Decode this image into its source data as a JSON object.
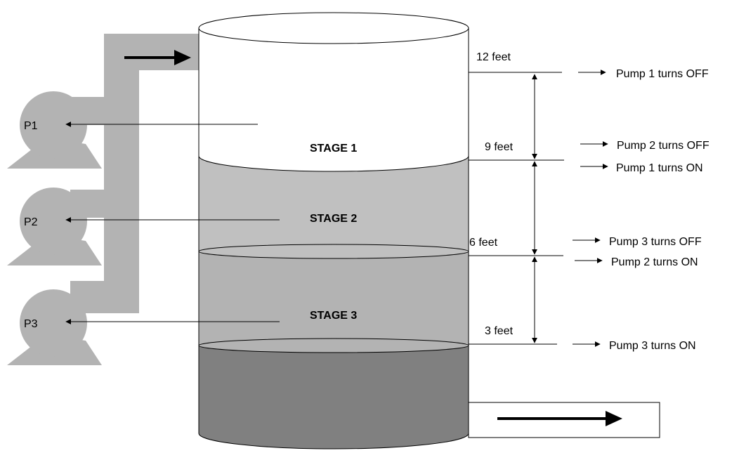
{
  "colors": {
    "pipe": "#b3b3b3",
    "pump": "#b3b3b3",
    "stage1": "#ffffff",
    "stage2": "#c0c0c0",
    "stage3": "#b3b3b3",
    "bottom": "#808080",
    "stroke": "#000000"
  },
  "stages": {
    "stage1": "STAGE 1",
    "stage2": "STAGE 2",
    "stage3": "STAGE 3"
  },
  "pumps": {
    "p1": "P1",
    "p2": "P2",
    "p3": "P3"
  },
  "levels": {
    "l12": "12 feet",
    "l9": "9 feet",
    "l6": "6 feet",
    "l3": "3 feet"
  },
  "actions": {
    "a1": "Pump 1 turns OFF",
    "a2": "Pump 2 turns OFF",
    "a3": "Pump 1 turns ON",
    "a4": "Pump 3 turns OFF",
    "a5": "Pump 2 turns ON",
    "a6": "Pump 3 turns ON"
  }
}
